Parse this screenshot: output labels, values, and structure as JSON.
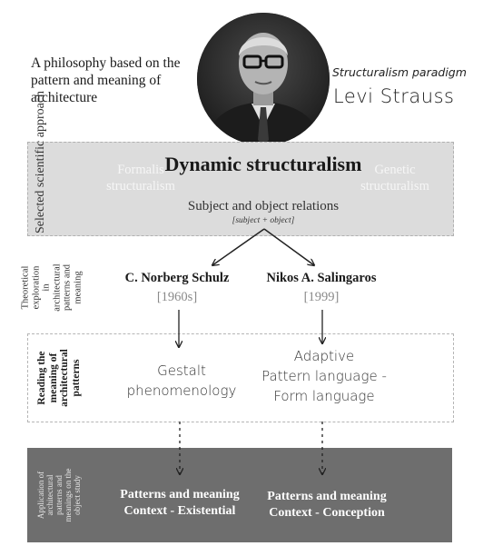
{
  "header": {
    "intro_text": "A philosophy based on the pattern and meaning of architecture",
    "paradigm_label": "Structuralism paradigm",
    "person_name": "Levi Strauss"
  },
  "sections": {
    "approach_label": "Selected scientific approach",
    "theory_label": "Theoretical exploration in architectural patterns and meaning",
    "reading_label": "Reading the meaning of architectural patterns",
    "application_label": "Application of architectural patterns and meanings on the object study"
  },
  "approach": {
    "left_option": "Formalis structuralism",
    "title": "Dynamic structuralism",
    "subtitle": "Subject and object relations",
    "formula": "[subject + object]",
    "right_option": "Genetic structuralism"
  },
  "theorists": [
    {
      "name": "C. Norberg Schulz",
      "year": "[1960s]"
    },
    {
      "name": "Nikos A. Salingaros",
      "year": "[1999]"
    }
  ],
  "readings": [
    {
      "line1": "Gestalt",
      "line2": "phenomenology",
      "line3": ""
    },
    {
      "line1": "Adaptive",
      "line2": "Pattern language -",
      "line3": "Form language"
    }
  ],
  "applications": [
    {
      "line1": "Patterns and meaning",
      "line2": "Context - Existential"
    },
    {
      "line1": "Patterns and meaning",
      "line2": "Context - Conception"
    }
  ],
  "colors": {
    "approach_band": "#dcdcdc",
    "application_band": "#6e6e6e",
    "year": "#8a8a8a"
  }
}
